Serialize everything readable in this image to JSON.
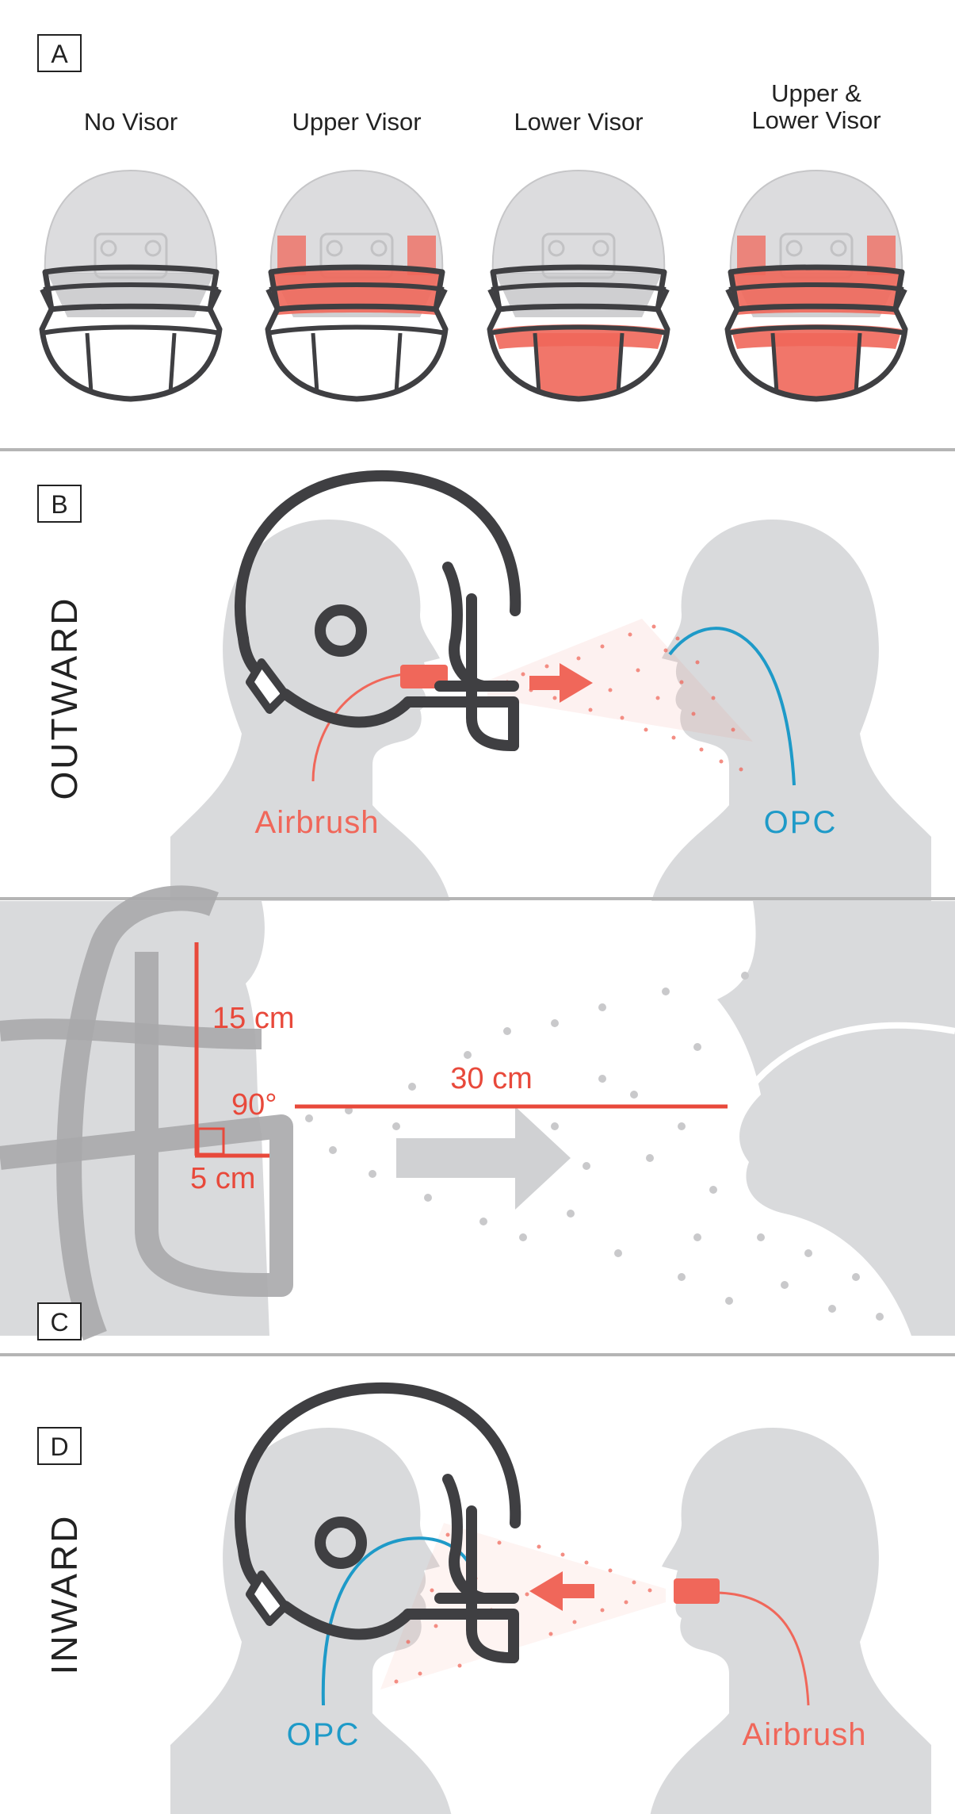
{
  "colors": {
    "accent_red": "#f0675a",
    "measure_red": "#e8493b",
    "opc_blue": "#1e9ac8",
    "helmet_dark": "#3f3f42",
    "silhouette_gray": "#d9dadc",
    "divider": "#b5b5b5"
  },
  "panel_a": {
    "label": "A",
    "visors": [
      {
        "title_line1": "No Visor",
        "title_line2": ""
      },
      {
        "title_line1": "Upper Visor",
        "title_line2": ""
      },
      {
        "title_line1": "Lower Visor",
        "title_line2": ""
      },
      {
        "title_line1": "Upper &",
        "title_line2": "Lower Visor"
      }
    ]
  },
  "panel_b": {
    "label": "B",
    "side_label": "OUTWARD",
    "source_label": "Airbrush",
    "target_label": "OPC"
  },
  "panel_c": {
    "label": "C",
    "height_label": "15 cm",
    "angle_label": "90°",
    "distance_label": "30 cm",
    "width_label": "5 cm"
  },
  "panel_d": {
    "label": "D",
    "side_label": "INWARD",
    "target_label": "OPC",
    "source_label": "Airbrush"
  }
}
